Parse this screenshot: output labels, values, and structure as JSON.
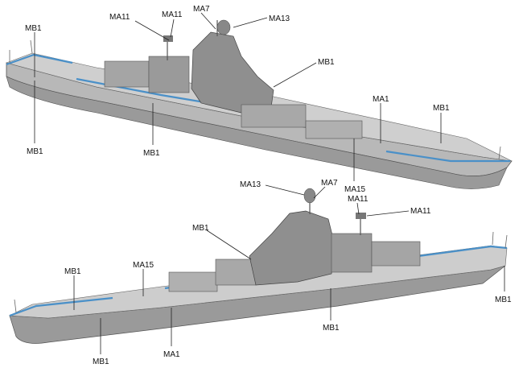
{
  "labels": {
    "top_ship": {
      "ma11_left": "MA11",
      "ma11_right": "MA11",
      "ma7": "MA7",
      "ma13": "MA13",
      "mb1_left": "MB1",
      "mb1_bow_left": "MB1",
      "mb1_mid": "MB1",
      "mb1_island": "MB1",
      "ma1": "MA1",
      "mb1_stern": "MB1",
      "ma15": "MA15"
    },
    "bottom_ship": {
      "ma13": "MA13",
      "ma7": "MA7",
      "ma11_upper": "MA11",
      "ma11_right": "MA11",
      "mb1_island": "MB1",
      "mb1_left": "MB1",
      "ma15": "MA15",
      "mb1_right": "MB1",
      "mb1_bottom_left": "MB1",
      "ma1": "MA1",
      "mb1_bottom_mid": "MB1"
    }
  },
  "colors": {
    "hull": "#bdbdbd",
    "hull_dark": "#8d8d8d",
    "deck": "#c9c9c9",
    "superstructure": "#9e9e9e",
    "accent_blue": "#4a90c8",
    "outline": "#444444"
  }
}
